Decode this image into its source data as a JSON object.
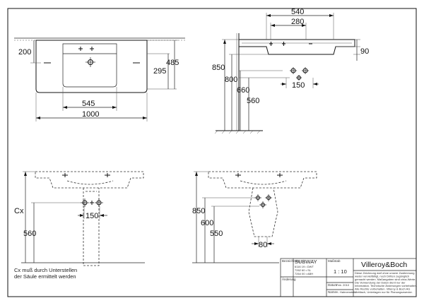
{
  "top_view": {
    "dims": {
      "d200": "200",
      "d295": "295",
      "d485": "485",
      "d545": "545",
      "d1000": "1000"
    }
  },
  "side_view": {
    "dims": {
      "d540": "540",
      "d280": "280",
      "d90": "90",
      "d850": "850",
      "d800": "800",
      "d660": "660",
      "d560": "560",
      "d150": "150"
    }
  },
  "front_view": {
    "dims": {
      "cx": "Cx",
      "d560": "560",
      "d150": "150"
    },
    "note_lines": [
      "Cx muß durch Unterstellen",
      "der Säule ermittelt werden"
    ]
  },
  "profile_view": {
    "dims": {
      "d850": "850",
      "d600": "600",
      "d550": "550",
      "d80": "80"
    }
  },
  "title_block": {
    "brand": "Villeroy&Boch",
    "product": "SUBWAY",
    "articles": [
      "6116 19 • DWT",
      "7262 60 • SL",
      "7264 00 • ABH"
    ],
    "scale": "1 : 10",
    "labels": {
      "bezeichnung": "Bezeichnung",
      "massstab": "Maßstab",
      "aenderung": "Änderung",
      "datum": "Datum",
      "name": "Name"
    },
    "date_value": "Feb. 2010",
    "name_value": "K. Hahnenstein",
    "legal_lines": [
      "Diese Zeichnung darf ohne unsere Zustimmung",
      "weder vervielfältigt, noch Dritten zugänglich",
      "gemacht werden. Maßangaben sind circa-Werte.",
      "Die Verwendung der Daten dient nur der",
      "Information. Technische Änderungen vorbehalten.",
      "Alle Rechte vorbehalten. Villeroy & Boch AG",
      "Mettlach, Unterlagen nur für Planungszwecke."
    ]
  }
}
